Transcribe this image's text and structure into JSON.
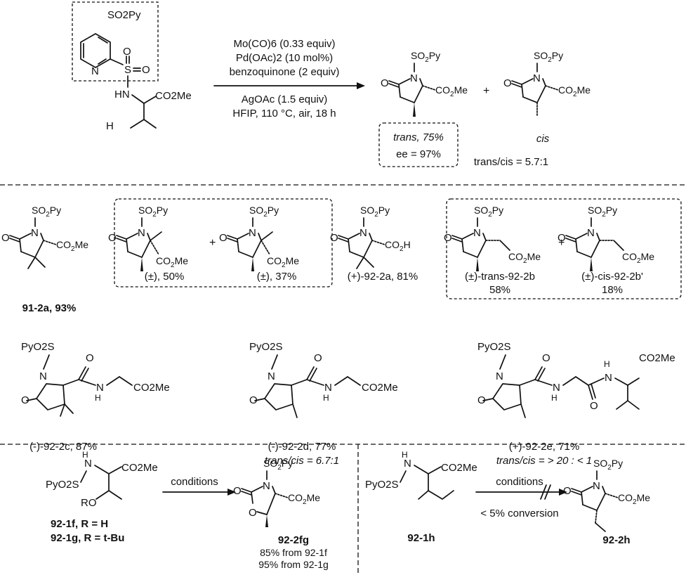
{
  "reaction": {
    "reagents": [
      "Mo(CO)6 (0.33 equiv)",
      "Pd(OAc)2 (10 mol%)",
      "benzoquinone (2 equiv)"
    ],
    "conditions": [
      "AgOAc (1.5 equiv)",
      "HFIP, 110 °C, air, 18 h"
    ],
    "plus": "+",
    "sm_labels": {
      "so2py": "SO2Py",
      "n": "N",
      "hn": "HN",
      "o": "O",
      "s": "S",
      "co2me": "CO2Me",
      "h": "H"
    },
    "trans_yield": "trans, 75%",
    "trans_ee": "ee = 97%",
    "cis_label": "cis",
    "ratio": "trans/cis = 5.7:1"
  },
  "atoms": {
    "n": "N",
    "o": "O",
    "so2py": "SO2Py",
    "co2me": "CO2Me",
    "co2h": "CO2H",
    "pyo2s": "PyO2S",
    "h": "H",
    "pyo2s_dash": "PyO2S"
  },
  "row1": {
    "c91": "91-2a, 93%",
    "pair1_a": "(±), 50%",
    "plus": "+",
    "pair1_b": "(±), 37%",
    "c92a": "(+)-92-2a, 81%",
    "c92b_l1": "(±)-trans-92-2b",
    "c92b_l2": "58%",
    "c92b2_l1": "(±)-cis-92-2b'",
    "c92b2_l2": "18%"
  },
  "row2": {
    "c92c": "(-)-92-2c, 87%",
    "c92d_l1": "(-)-92-2d, 77%",
    "c92d_l2": "trans/cis = 6.7:1",
    "c92e_l1": "(+)-92-2e, 71%",
    "c92e_l2": "trans/cis = > 20 : < 1"
  },
  "row3": {
    "sm_f_label": "92-1f, R = H",
    "sm_g_label": "92-1g, R = t-Bu",
    "ro": "RO",
    "conditions": "conditions",
    "prod_fg": "92-2fg",
    "yield_f": "85% from 92-1f",
    "yield_g": "95% from 92-1g",
    "sm_h": "92-1h",
    "no_conv": "< 5% conversion",
    "prod_h": "92-2h"
  }
}
